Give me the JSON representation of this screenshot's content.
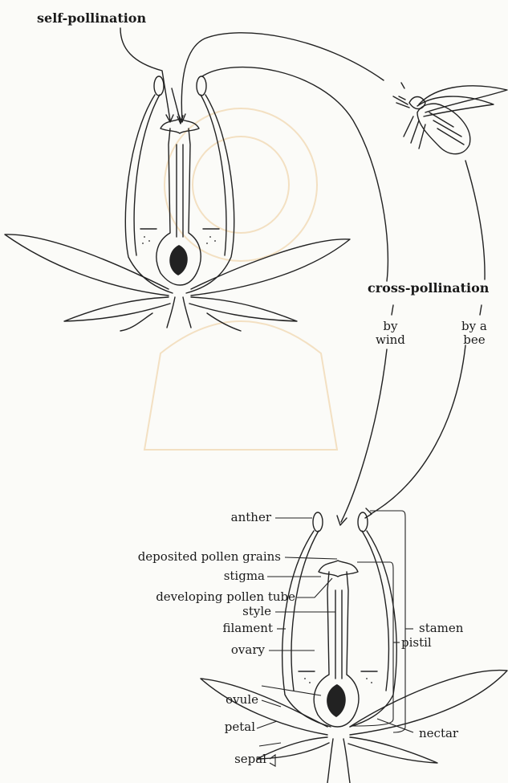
{
  "labels": {
    "self_pollination": "self-pollination",
    "cross_pollination": "cross-pollination",
    "by_wind": "by\nwind",
    "by_a_bee": "by a\nbee",
    "anther": "anther",
    "deposited_pollen_grains": "deposited pollen grains",
    "stigma": "stigma",
    "developing_pollen_tube": "developing pollen tube",
    "style": "style",
    "filament": "filament",
    "ovary": "ovary",
    "ovule": "ovule",
    "petal": "petal",
    "sepal": "sepal",
    "stamen": "stamen",
    "pistil": "pistil",
    "nectar": "nectar"
  },
  "icons": {
    "bee": "bee-icon",
    "watermark": "seal-watermark"
  },
  "colors": {
    "ink": "#222222",
    "paper": "#fbfbf8",
    "watermark": "#f3e0c2"
  }
}
